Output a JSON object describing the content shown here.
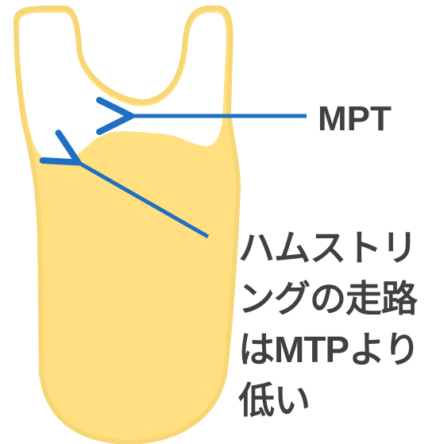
{
  "colors": {
    "bone_fill": "#ffdf80",
    "bone_outline": "#f6d675",
    "cartilage_fill": "#ffffff",
    "arrow": "#1f6fc2",
    "label_text": "#404040",
    "background": "#ffffff"
  },
  "labels": {
    "mpt": "MPT",
    "note_lines": [
      "ハムストリ",
      "ングの走路",
      "はMTPより",
      "低い"
    ]
  }
}
